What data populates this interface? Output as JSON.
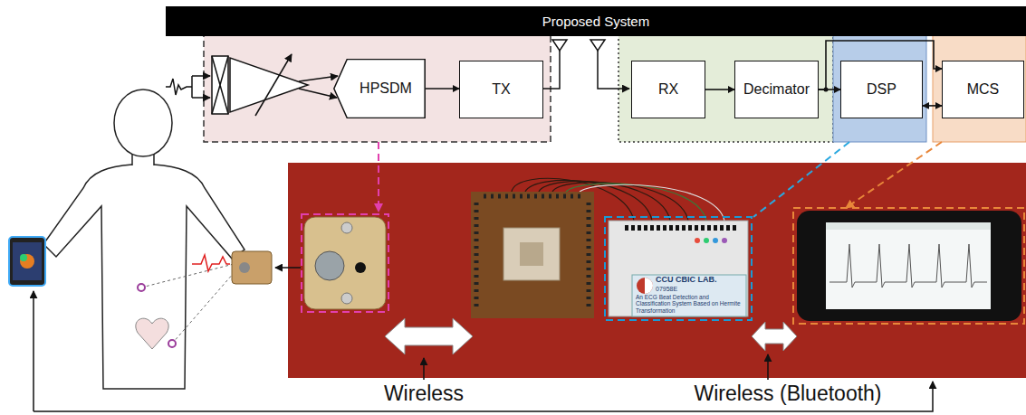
{
  "diagram": {
    "nodes": [
      {
        "text": [
          "Proposed System"
        ]
      },
      {
        "text": [
          "HPSDM"
        ]
      },
      {
        "text": [
          "TX"
        ]
      },
      {
        "text": [
          "RX"
        ]
      },
      {
        "text": [
          "Decimator"
        ]
      },
      {
        "text": [
          "DSP"
        ]
      },
      {
        "text": [
          "MCS"
        ]
      }
    ],
    "edges": [
      {
        "from": 1,
        "to": 2,
        "arrow": "to"
      },
      {
        "from": 3,
        "to": 4,
        "arrow": "to"
      },
      {
        "from": 4,
        "to": 5,
        "arrow": "to"
      },
      {
        "from": 4,
        "to": 6,
        "arrow": "to"
      },
      {
        "from": 5,
        "to": 6,
        "arrow": "both"
      }
    ],
    "labels": [
      "CCU CBIC LAB.",
      "07958E",
      "An ECG Beat Detection and Classification System Based on Hermite Transformation",
      "Wireless",
      "Wireless (Bluetooth)"
    ]
  }
}
